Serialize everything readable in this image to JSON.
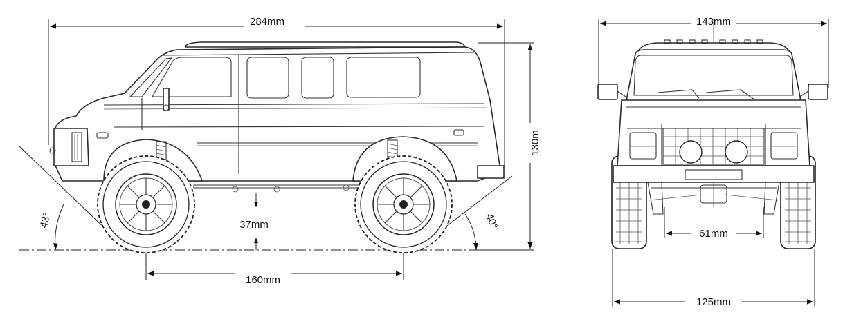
{
  "side_view": {
    "overall_length": "284mm",
    "overall_height": "130m",
    "wheelbase": "160mm",
    "ground_clearance": "37mm",
    "approach_angle": "43°",
    "departure_angle": "40°"
  },
  "front_view": {
    "overall_width": "143mm",
    "track_width": "125mm",
    "axle_clearance_width": "61mm"
  }
}
